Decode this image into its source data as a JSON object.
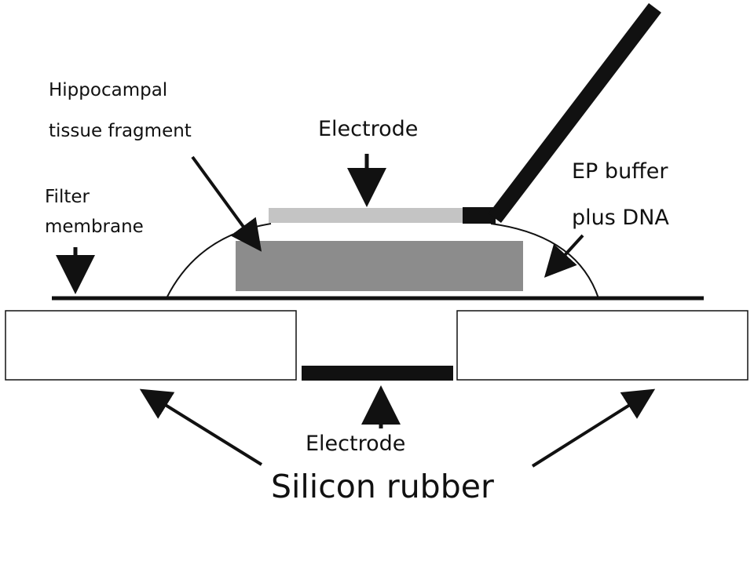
{
  "labels": {
    "tissue_line1": "Hippocampal",
    "tissue_line2": "tissue fragment",
    "electrode_top": "Electrode",
    "buffer_line1": "EP buffer",
    "buffer_line2": "plus DNA",
    "filter_line1": "Filter",
    "filter_line2": "membrane",
    "electrode_bottom": "Electrode",
    "silicon": "Silicon rubber"
  },
  "colors": {
    "ink": "#111111",
    "tissue_fill": "#8c8c8c",
    "electrode_plate_fill": "#c4c4c4",
    "background": "#ffffff"
  }
}
